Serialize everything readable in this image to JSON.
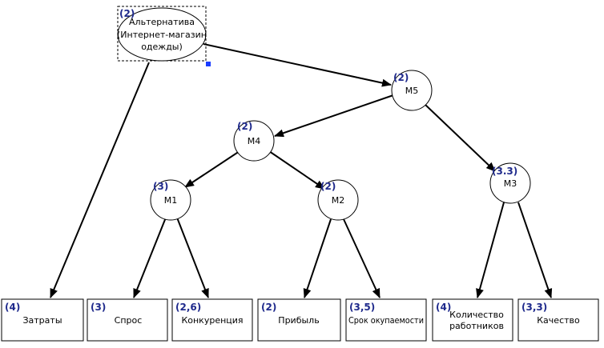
{
  "colors": {
    "weight": "#1f2a8c",
    "selection_handle": "#1a3cff",
    "stroke": "#000000",
    "background": "#ffffff"
  },
  "nodes": {
    "root": {
      "weight": "(2)",
      "lines": [
        "Альтернатива",
        "(Интернет-магазин",
        "одежды)"
      ]
    },
    "m5": {
      "weight": "(2)",
      "lines": [
        "М5"
      ]
    },
    "m4": {
      "weight": "(2)",
      "lines": [
        "М4"
      ]
    },
    "m1": {
      "weight": "(3)",
      "lines": [
        "М1"
      ]
    },
    "m2": {
      "weight": "(2)",
      "lines": [
        "М2"
      ]
    },
    "m3": {
      "weight": "(3.3)",
      "lines": [
        "М3"
      ]
    },
    "zatraty": {
      "weight": "(4)",
      "lines": [
        "Затраты"
      ]
    },
    "spros": {
      "weight": "(3)",
      "lines": [
        "Спрос"
      ]
    },
    "konkurenciya": {
      "weight": "(2,6)",
      "lines": [
        "Конкуренция"
      ]
    },
    "pribyl": {
      "weight": "(2)",
      "lines": [
        "Прибыль"
      ]
    },
    "srok": {
      "weight": "(3,5)",
      "lines": [
        "Срок окупаемости"
      ]
    },
    "rabotniki": {
      "weight": "(4)",
      "lines": [
        "Количество",
        "работников"
      ]
    },
    "kachestvo": {
      "weight": "(3,3)",
      "lines": [
        "Качество"
      ]
    }
  }
}
